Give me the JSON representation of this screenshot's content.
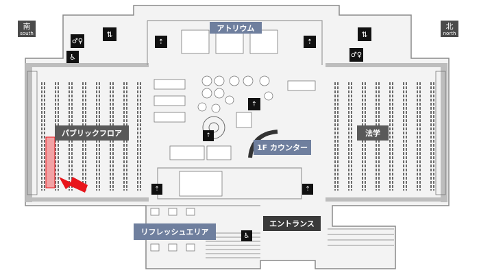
{
  "compass": {
    "south": {
      "kanji": "南",
      "label": "south"
    },
    "north": {
      "kanji": "北",
      "label": "north"
    }
  },
  "areas": {
    "atrium": "アトリウム",
    "public_floor": "パブリックフロア",
    "law": "法学",
    "counter": "1F カウンター",
    "entrance": "エントランス",
    "refresh": "リフレッシュエリア"
  },
  "colors": {
    "area_label_blue": "#6f7f9e",
    "area_label_dark": "#595959",
    "highlight_red": "#e8151b",
    "wall": "#8a8a8a",
    "shelf_band": "#bdbdbd"
  },
  "icons": [
    "elevator-icon",
    "restroom-icon",
    "accessible-restroom-icon",
    "stairs-icon",
    "you-are-here-arrow"
  ]
}
